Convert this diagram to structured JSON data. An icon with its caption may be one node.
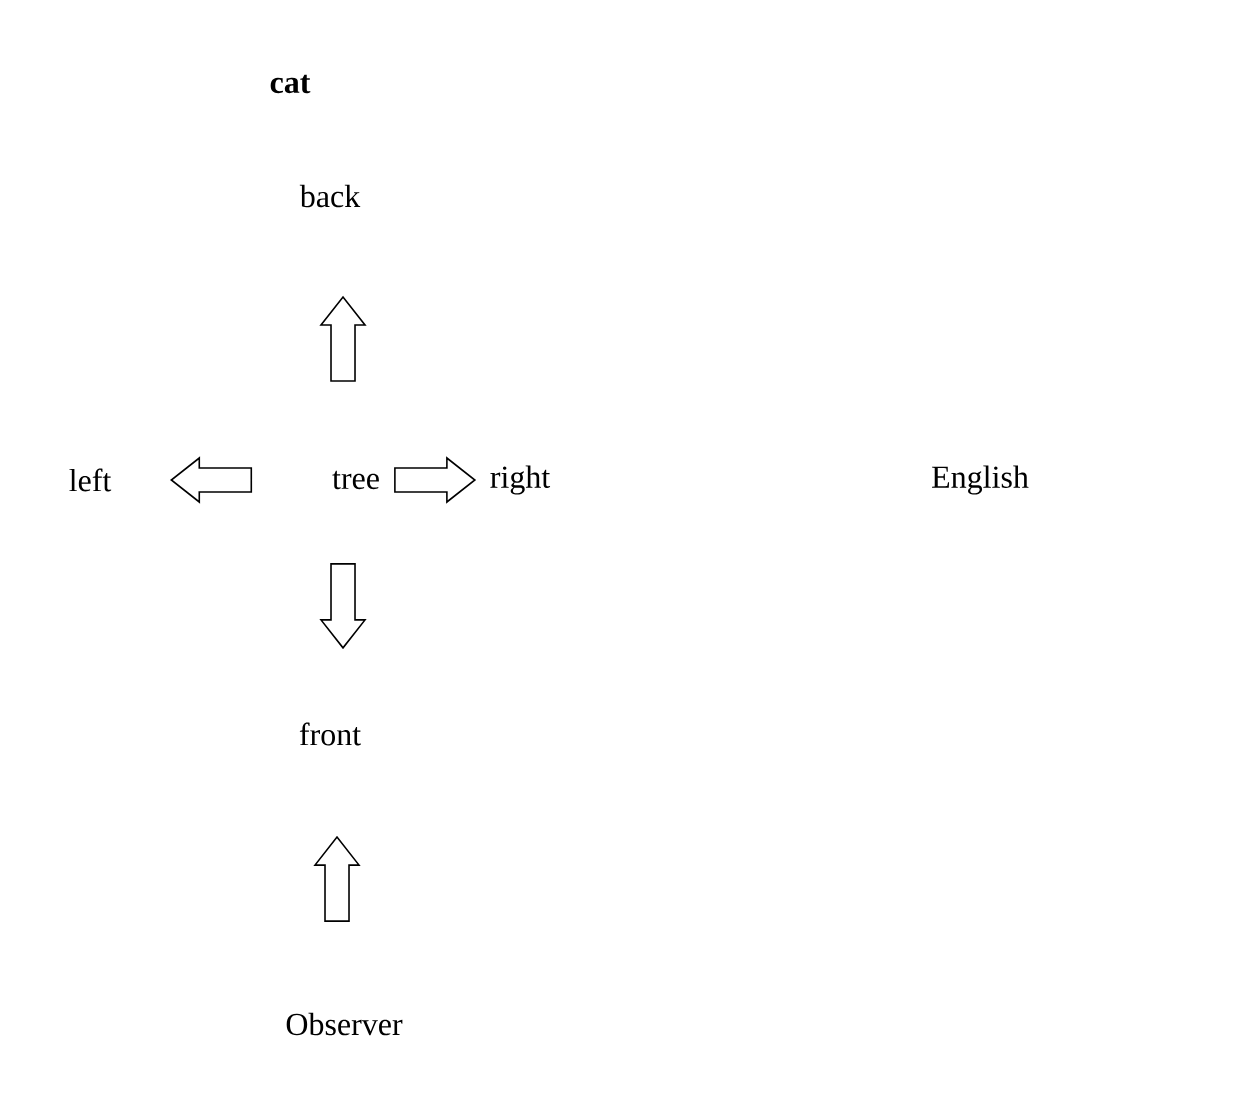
{
  "diagram": {
    "title": "cat",
    "nodes": [
      {
        "text": [
          "back"
        ]
      },
      {
        "text": [
          "left"
        ]
      },
      {
        "text": [
          "tree"
        ]
      },
      {
        "text": [
          "right"
        ]
      },
      {
        "text": [
          "front"
        ]
      },
      {
        "text": [
          "Observer"
        ]
      }
    ],
    "edges": [
      {
        "from": 2,
        "to": 0,
        "arrow": "to"
      },
      {
        "from": 2,
        "to": 1,
        "arrow": "to"
      },
      {
        "from": 2,
        "to": 3,
        "arrow": "to"
      },
      {
        "from": 2,
        "to": 4,
        "arrow": "to"
      },
      {
        "from": 5,
        "to": 4,
        "arrow": "to"
      }
    ],
    "labels": [
      "English"
    ]
  }
}
